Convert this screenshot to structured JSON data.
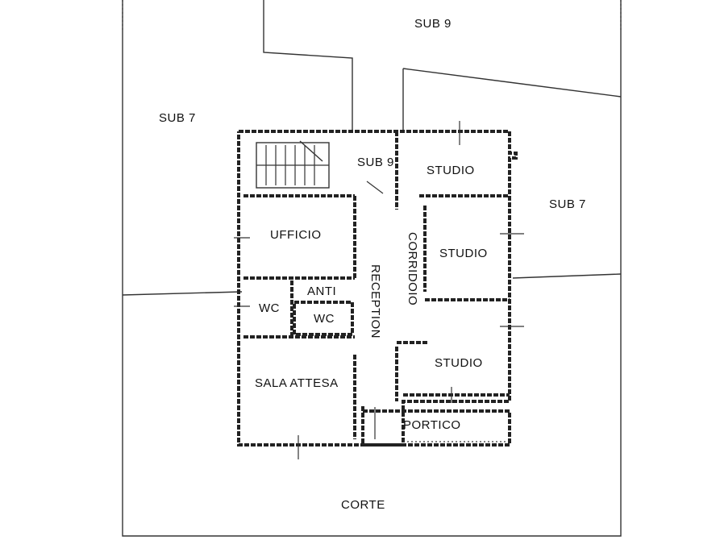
{
  "areas": {
    "sub9_top": "SUB 9",
    "sub7_left": "SUB 7",
    "sub7_right": "SUB 7",
    "corte": "CORTE"
  },
  "rooms": {
    "sub9_inner": "SUB 9",
    "studio_1": "STUDIO",
    "studio_2": "STUDIO",
    "studio_3": "STUDIO",
    "ufficio": "UFFICIO",
    "corridoio": "CORRIDOIO",
    "reception": "RECEPTION",
    "anti": "ANTI",
    "wc_1": "WC",
    "wc_2": "WC",
    "sala_attesa": "SALA ATTESA",
    "portico": "PORTICO"
  }
}
